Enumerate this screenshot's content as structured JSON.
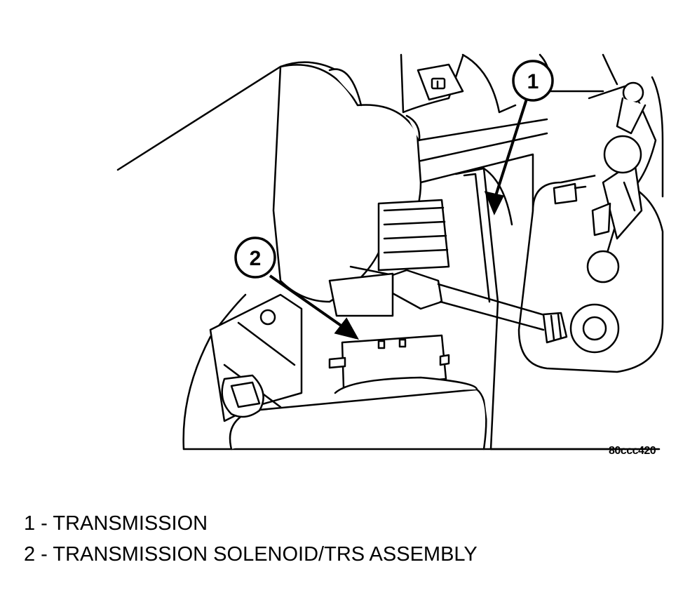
{
  "figure": {
    "id": "80ccc420",
    "callouts": [
      {
        "number": "1"
      },
      {
        "number": "2"
      }
    ]
  },
  "legend": [
    {
      "number": "1",
      "text": "1 - TRANSMISSION"
    },
    {
      "number": "2",
      "text": "2 - TRANSMISSION SOLENOID/TRS ASSEMBLY"
    }
  ],
  "colors": {
    "ink": "#000000",
    "paper": "#ffffff"
  }
}
